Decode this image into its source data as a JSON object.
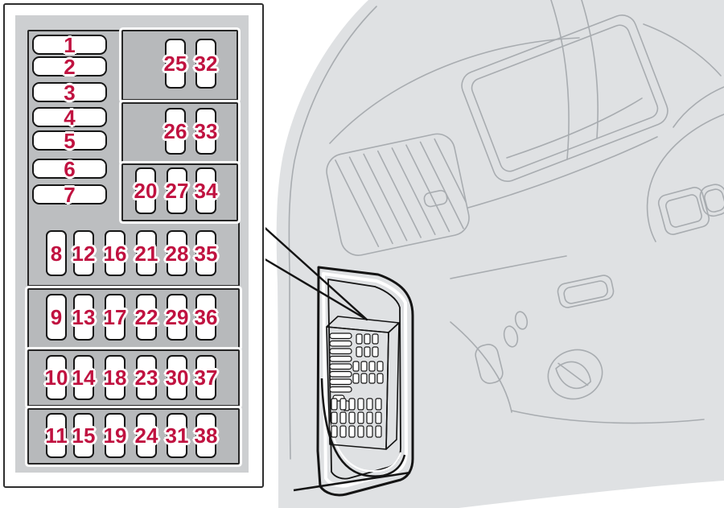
{
  "diagram": {
    "title": "passenger-compartment-fuse-box",
    "horizontal_fuses": [
      "1",
      "2",
      "3",
      "4",
      "5",
      "6",
      "7"
    ],
    "relay_boxes": [
      {
        "id": "box-a",
        "fuses": [
          "25",
          "32"
        ]
      },
      {
        "id": "box-b",
        "fuses": [
          "26",
          "33"
        ]
      },
      {
        "id": "box-c",
        "fuses": [
          "20",
          "27",
          "34"
        ]
      }
    ],
    "fuse_rows": [
      [
        "8",
        "12",
        "16",
        "21",
        "28",
        "35"
      ],
      [
        "9",
        "13",
        "17",
        "22",
        "29",
        "36"
      ],
      [
        "10",
        "14",
        "18",
        "23",
        "30",
        "37"
      ],
      [
        "11",
        "15",
        "19",
        "24",
        "31",
        "38"
      ]
    ]
  },
  "illustration": {
    "subject": "dashboard-driver-side-end-panel",
    "pointer_meaning": "fuse-panel-location"
  },
  "colors": {
    "label_red": "#c01240",
    "panel_gray": "#cdcfd1",
    "box_gray": "#bcbec0",
    "subbox_gray": "#b7b9bb",
    "art_fill": "#dfe1e3",
    "art_line": "#a8acb0"
  }
}
